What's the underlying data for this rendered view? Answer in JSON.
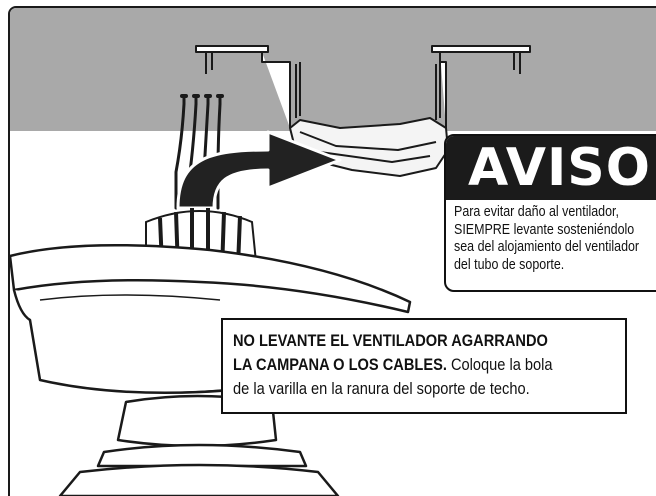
{
  "warning": {
    "title": "AVISO",
    "lines": [
      "Para evitar daño al ventilador,",
      "SIEMPRE levante sosteniéndolo",
      "sea del alojamiento del ventilador",
      "del tubo de soporte."
    ]
  },
  "instruction": {
    "line1_bold": "NO LEVANTE EL VENTILADOR AGARRANDO",
    "line2_bold": "LA CAMPANA O LOS CABLES.",
    "line2_rest": " Coloque la bola",
    "line3": "de la varilla en la ranura del soporte de techo."
  },
  "colors": {
    "ceiling": "#a9a9a9",
    "frame": "#1a1a1a",
    "arrow": "#222222",
    "warning_header": "#1b1b1b"
  },
  "icons": [
    "mounting-bracket-icon",
    "move-arrow-icon",
    "wire-bundle-icon",
    "canopy-icon",
    "hanger-ball-icon",
    "fan-motor-housing-icon"
  ]
}
